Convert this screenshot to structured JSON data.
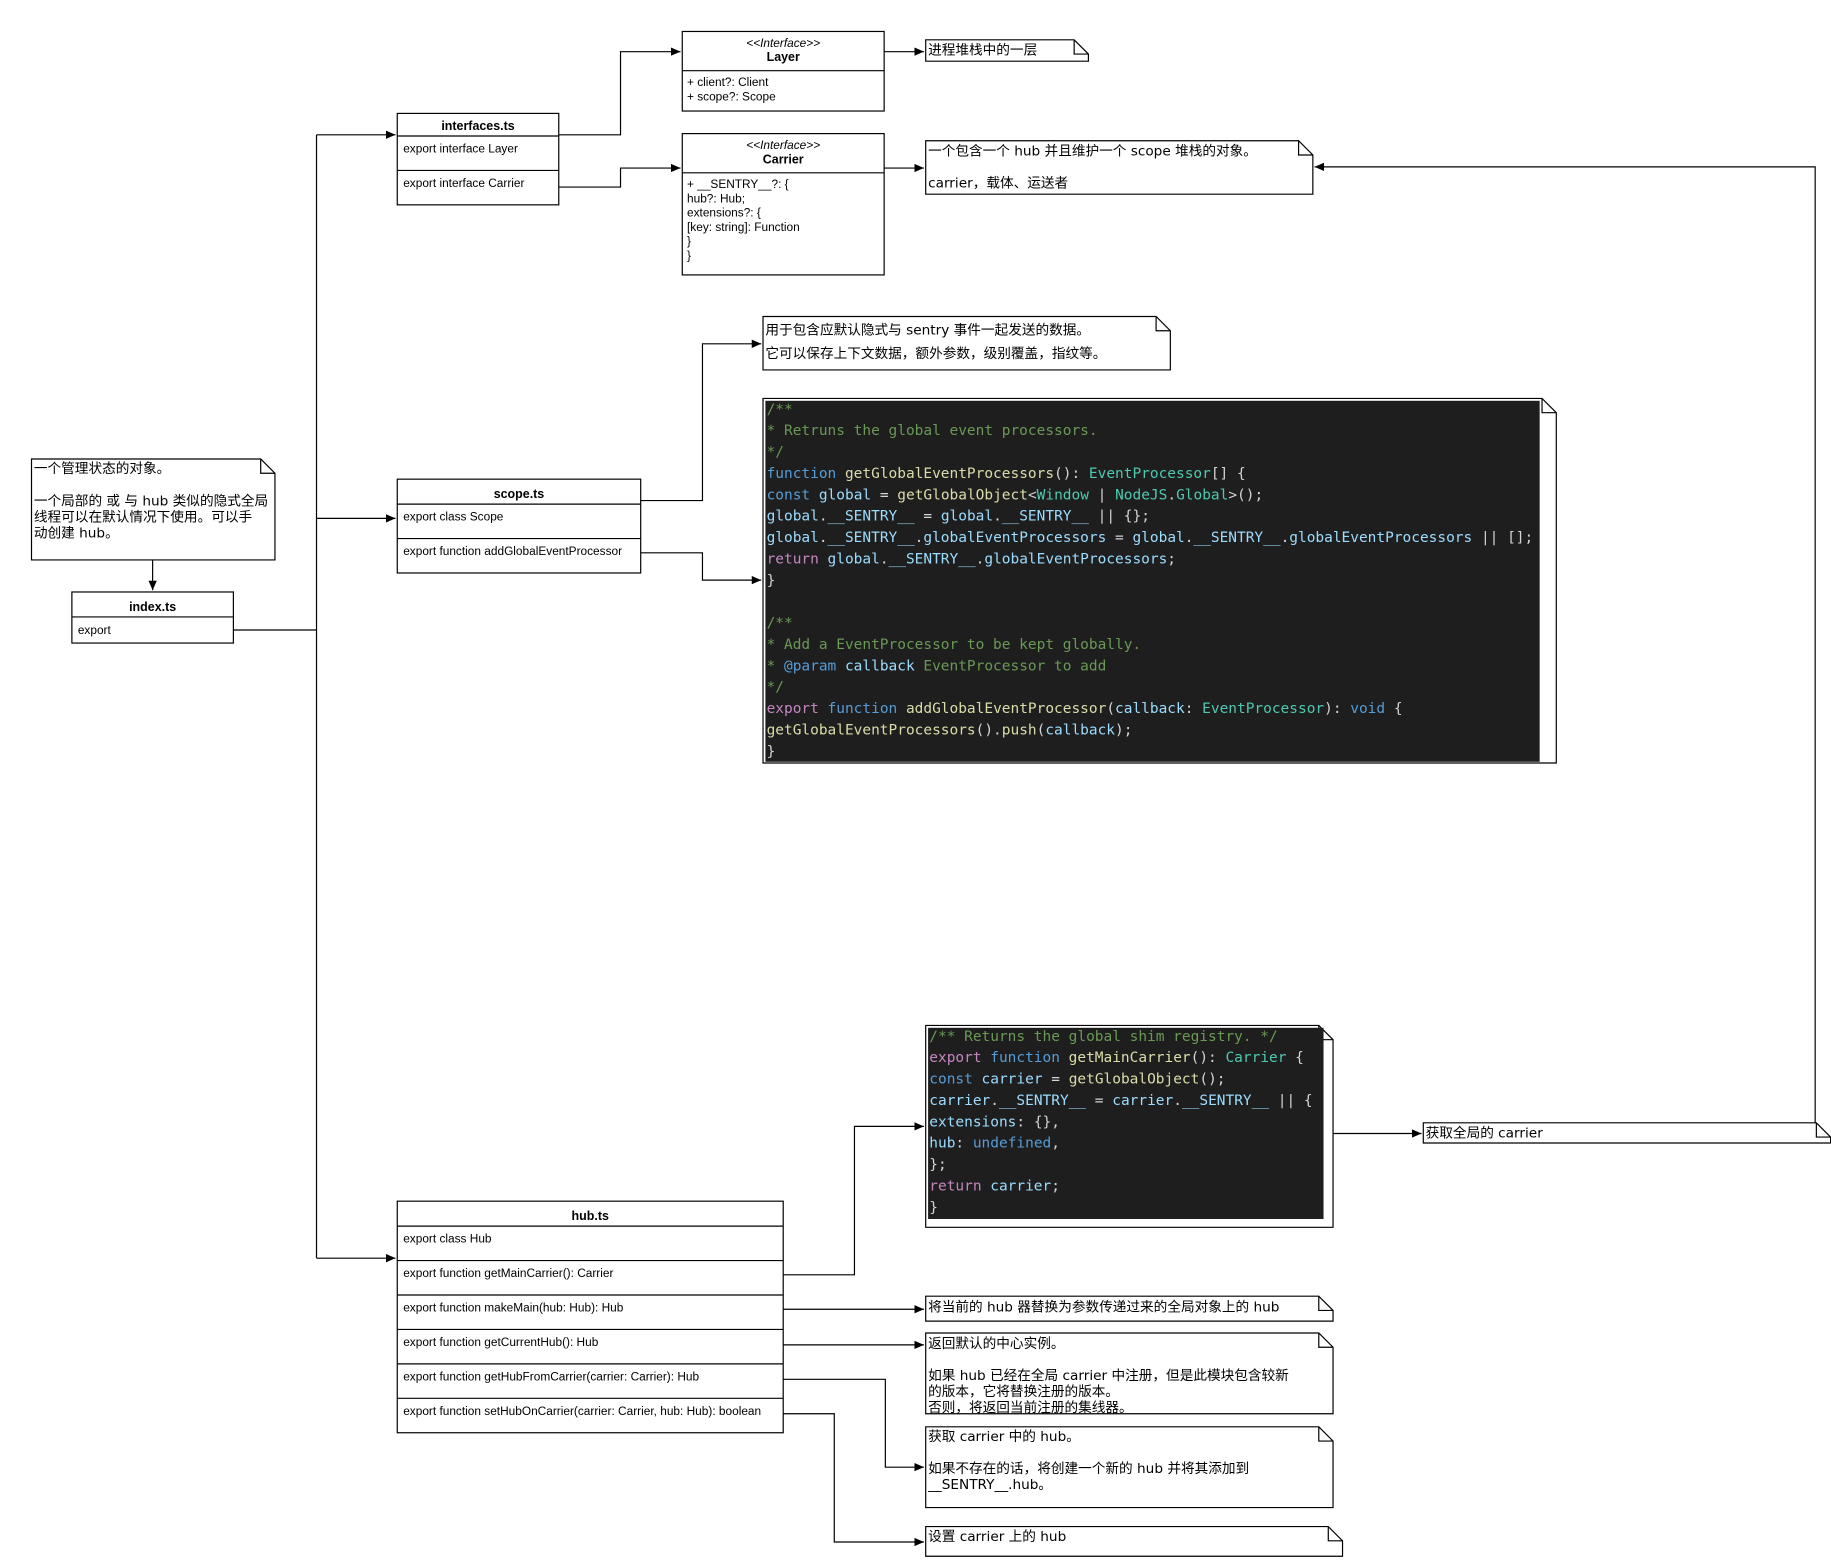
{
  "modules": {
    "index": {
      "title": "index.ts",
      "members": [
        "export"
      ]
    },
    "interfaces": {
      "title": "interfaces.ts",
      "members": [
        "export interface Layer",
        "export interface Carrier"
      ]
    },
    "scope": {
      "title": "scope.ts",
      "members": [
        "export class Scope",
        "export function addGlobalEventProcessor"
      ]
    },
    "hub": {
      "title": "hub.ts",
      "members": [
        "export class Hub",
        "export function getMainCarrier(): Carrier",
        "export function makeMain(hub: Hub): Hub",
        "export function getCurrentHub(): Hub",
        "export function getHubFromCarrier(carrier: Carrier): Hub",
        "export function setHubOnCarrier(carrier: Carrier, hub: Hub): boolean"
      ]
    }
  },
  "interfaces": {
    "layer": {
      "stereotype": "<<Interface>>",
      "name": "Layer",
      "lines": [
        "+ client?: Client",
        "+ scope?: Scope"
      ]
    },
    "carrier": {
      "stereotype": "<<Interface>>",
      "name": "Carrier",
      "lines": [
        "+ __SENTRY__?: {",
        "      hub?: Hub;",
        "      extensions?: {",
        "         [key: string]: Function",
        "      }",
        "   }"
      ]
    }
  },
  "notes": {
    "index_note": [
      "一个管理状态的对象。",
      "",
      "一个局部的 或 与 hub 类似的隐式全局",
      "线程可以在默认情况下使用。可以手",
      "动创建 hub。"
    ],
    "layer_note": [
      "进程堆栈中的一层"
    ],
    "carrier_note": [
      "一个包含一个 hub 并且维护一个 scope 堆栈的对象。",
      "",
      "carrier，载体、运送者"
    ],
    "scope_note": [
      " 用于包含应默认隐式与 sentry 事件一起发送的数据。",
      "它可以保存上下文数据，额外参数，级别覆盖，指纹等。"
    ],
    "main_carrier_note": [
      "获取全局的 carrier"
    ],
    "make_main_note": [
      "将当前的 hub 器替换为参数传递过来的全局对象上的 hub"
    ],
    "current_hub_note": [
      "返回默认的中心实例。",
      "",
      "如果 hub 已经在全局 carrier 中注册，但是此模块包含较新",
      "的版本，它将替换注册的版本。",
      "否则，将返回当前注册的集线器。"
    ],
    "hub_from_carrier_note": [
      "获取 carrier 中的 hub。",
      "",
      "如果不存在的话，将创建一个新的 hub 并将其添加到",
      "  __SENTRY__.hub。"
    ],
    "set_hub_note": [
      "设置 carrier 上的 hub"
    ]
  },
  "code": {
    "scope": [
      "/**",
      " * Retruns the global event processors.",
      " */",
      "function getGlobalEventProcessors(): EventProcessor[] {",
      "  const global = getGlobalObject<Window | NodeJS.Global>();",
      "  global.__SENTRY__ = global.__SENTRY__ || {};",
      "  global.__SENTRY__.globalEventProcessors = global.__SENTRY__.globalEventProcessors || [];",
      "  return global.__SENTRY__.globalEventProcessors;",
      "}",
      "",
      "/**",
      " * Add a EventProcessor to be kept globally.",
      " * @param callback EventProcessor to add",
      " */",
      "export function addGlobalEventProcessor(callback: EventProcessor): void {",
      "  getGlobalEventProcessors().push(callback);",
      "}"
    ],
    "hub": [
      "/** Returns the global shim registry. */",
      "export function getMainCarrier(): Carrier {",
      "  const carrier = getGlobalObject();",
      "  carrier.__SENTRY__ = carrier.__SENTRY__ || {",
      "    extensions: {},",
      "    hub: undefined,",
      "  };",
      "  return carrier;",
      "}"
    ]
  },
  "colors": {
    "code_background": "#1e1e1e",
    "code_comment": "#6a9955",
    "code_keyword": "#569cd6",
    "code_control": "#c586c0",
    "code_function": "#dcdcaa",
    "code_type": "#4ec9b0",
    "code_variable": "#9cdcfe",
    "code_text": "#d4d4d4"
  }
}
